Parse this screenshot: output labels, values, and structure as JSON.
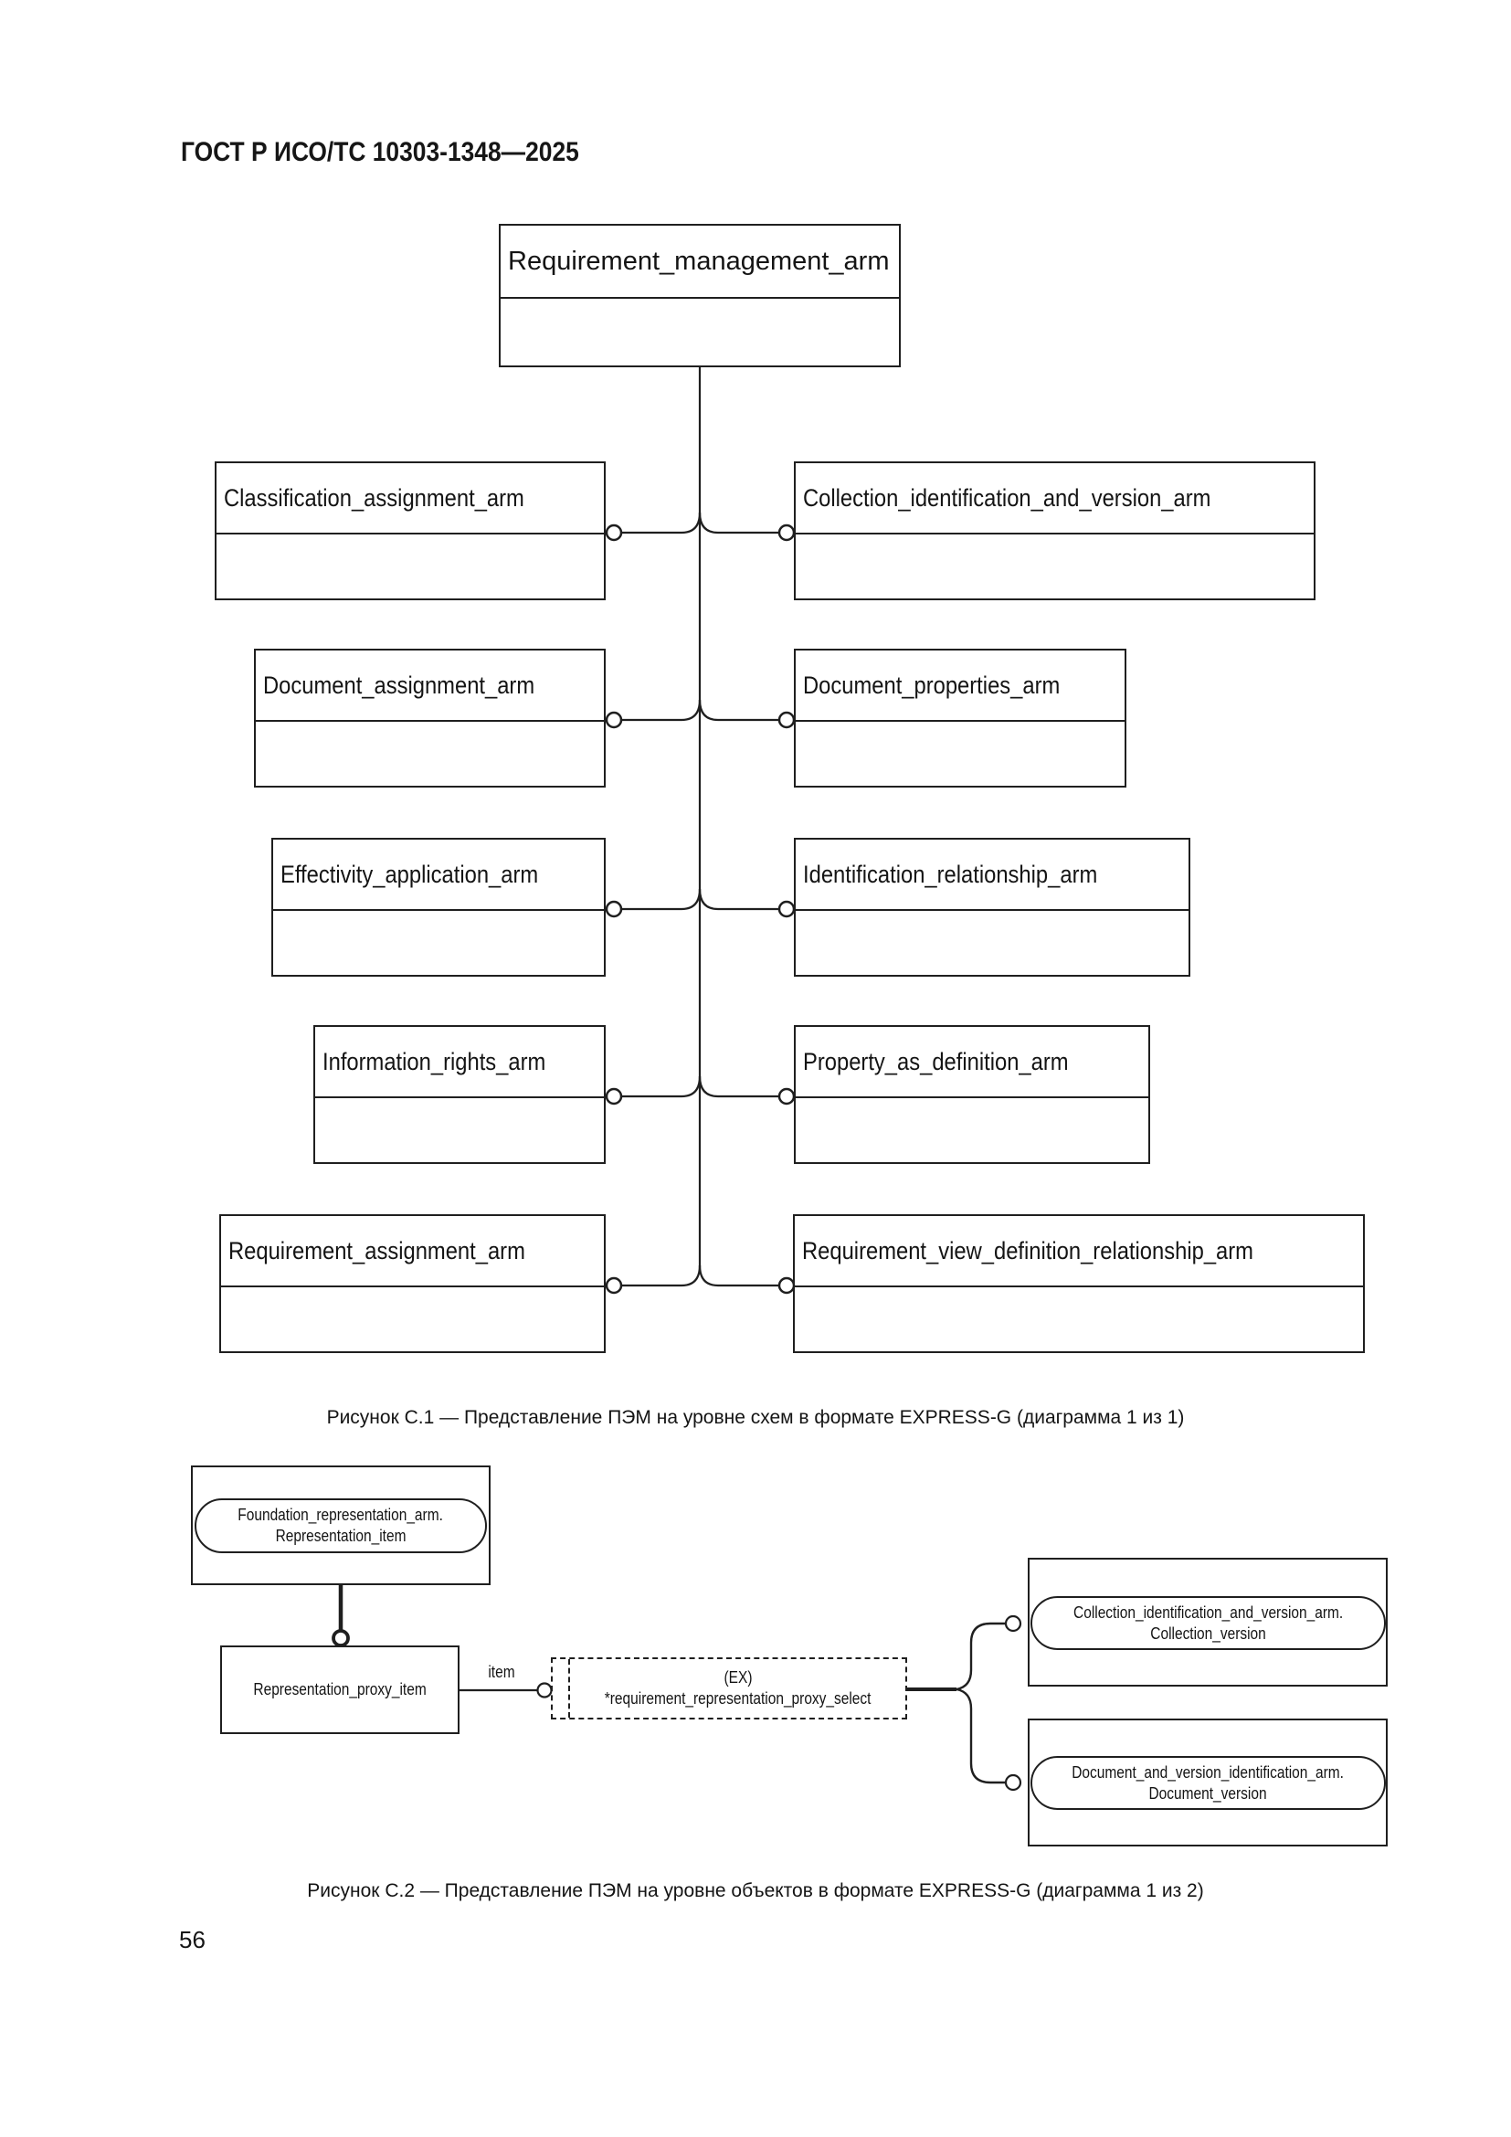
{
  "header": {
    "text": "ГОСТ Р ИСО/ТС 10303-1348—2025"
  },
  "footer": {
    "page_number": "56"
  },
  "fig1": {
    "caption": "Рисунок С.1 — Представление ПЭМ на уровне схем в формате EXPRESS-G (диаграмма 1 из 1)",
    "root_schema": "Requirement_management_arm",
    "left": [
      "Classification_assignment_arm",
      "Document_assignment_arm",
      "Effectivity_application_arm",
      "Information_rights_arm",
      "Requirement_assignment_arm"
    ],
    "right": [
      "Collection_identification_and_version_arm",
      "Document_properties_arm",
      "Identification_relationship_arm",
      "Property_as_definition_arm",
      "Requirement_view_definition_relationship_arm"
    ]
  },
  "fig2": {
    "caption": "Рисунок С.2 — Представление ПЭМ на уровне объектов в формате EXPRESS-G (диаграмма 1 из 2)",
    "foundation": {
      "line1": "Foundation_representation_arm.",
      "line2": "Representation_item"
    },
    "proxy_label": "Representation_proxy_item",
    "item_label": "item",
    "select": {
      "line1": "(EX)",
      "line2": "*requirement_representation_proxy_select"
    },
    "collection_ref": {
      "line1": "Collection_identification_and_version_arm.",
      "line2": "Collection_version"
    },
    "document_ref": {
      "line1": "Document_and_version_identification_arm.",
      "line2": "Document_version"
    }
  }
}
